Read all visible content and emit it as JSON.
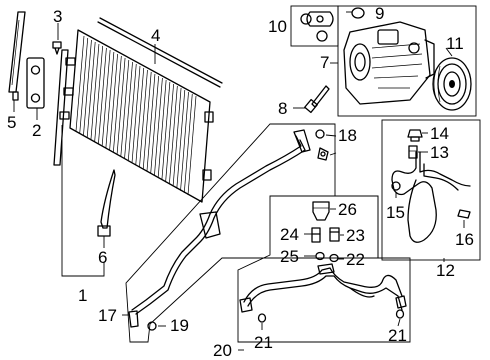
{
  "callouts": {
    "c1": "1",
    "c2": "2",
    "c3": "3",
    "c4": "4",
    "c5": "5",
    "c6": "6",
    "c7": "7",
    "c8": "8",
    "c9": "9",
    "c10": "10",
    "c11": "11",
    "c12": "12",
    "c13": "13",
    "c14": "14",
    "c15": "15",
    "c16": "16",
    "c17": "17",
    "c18": "18",
    "c19": "19",
    "c20": "20",
    "c21a": "21",
    "c21b": "21",
    "c22": "22",
    "c23": "23",
    "c24": "24",
    "c25": "25",
    "c26": "26"
  }
}
